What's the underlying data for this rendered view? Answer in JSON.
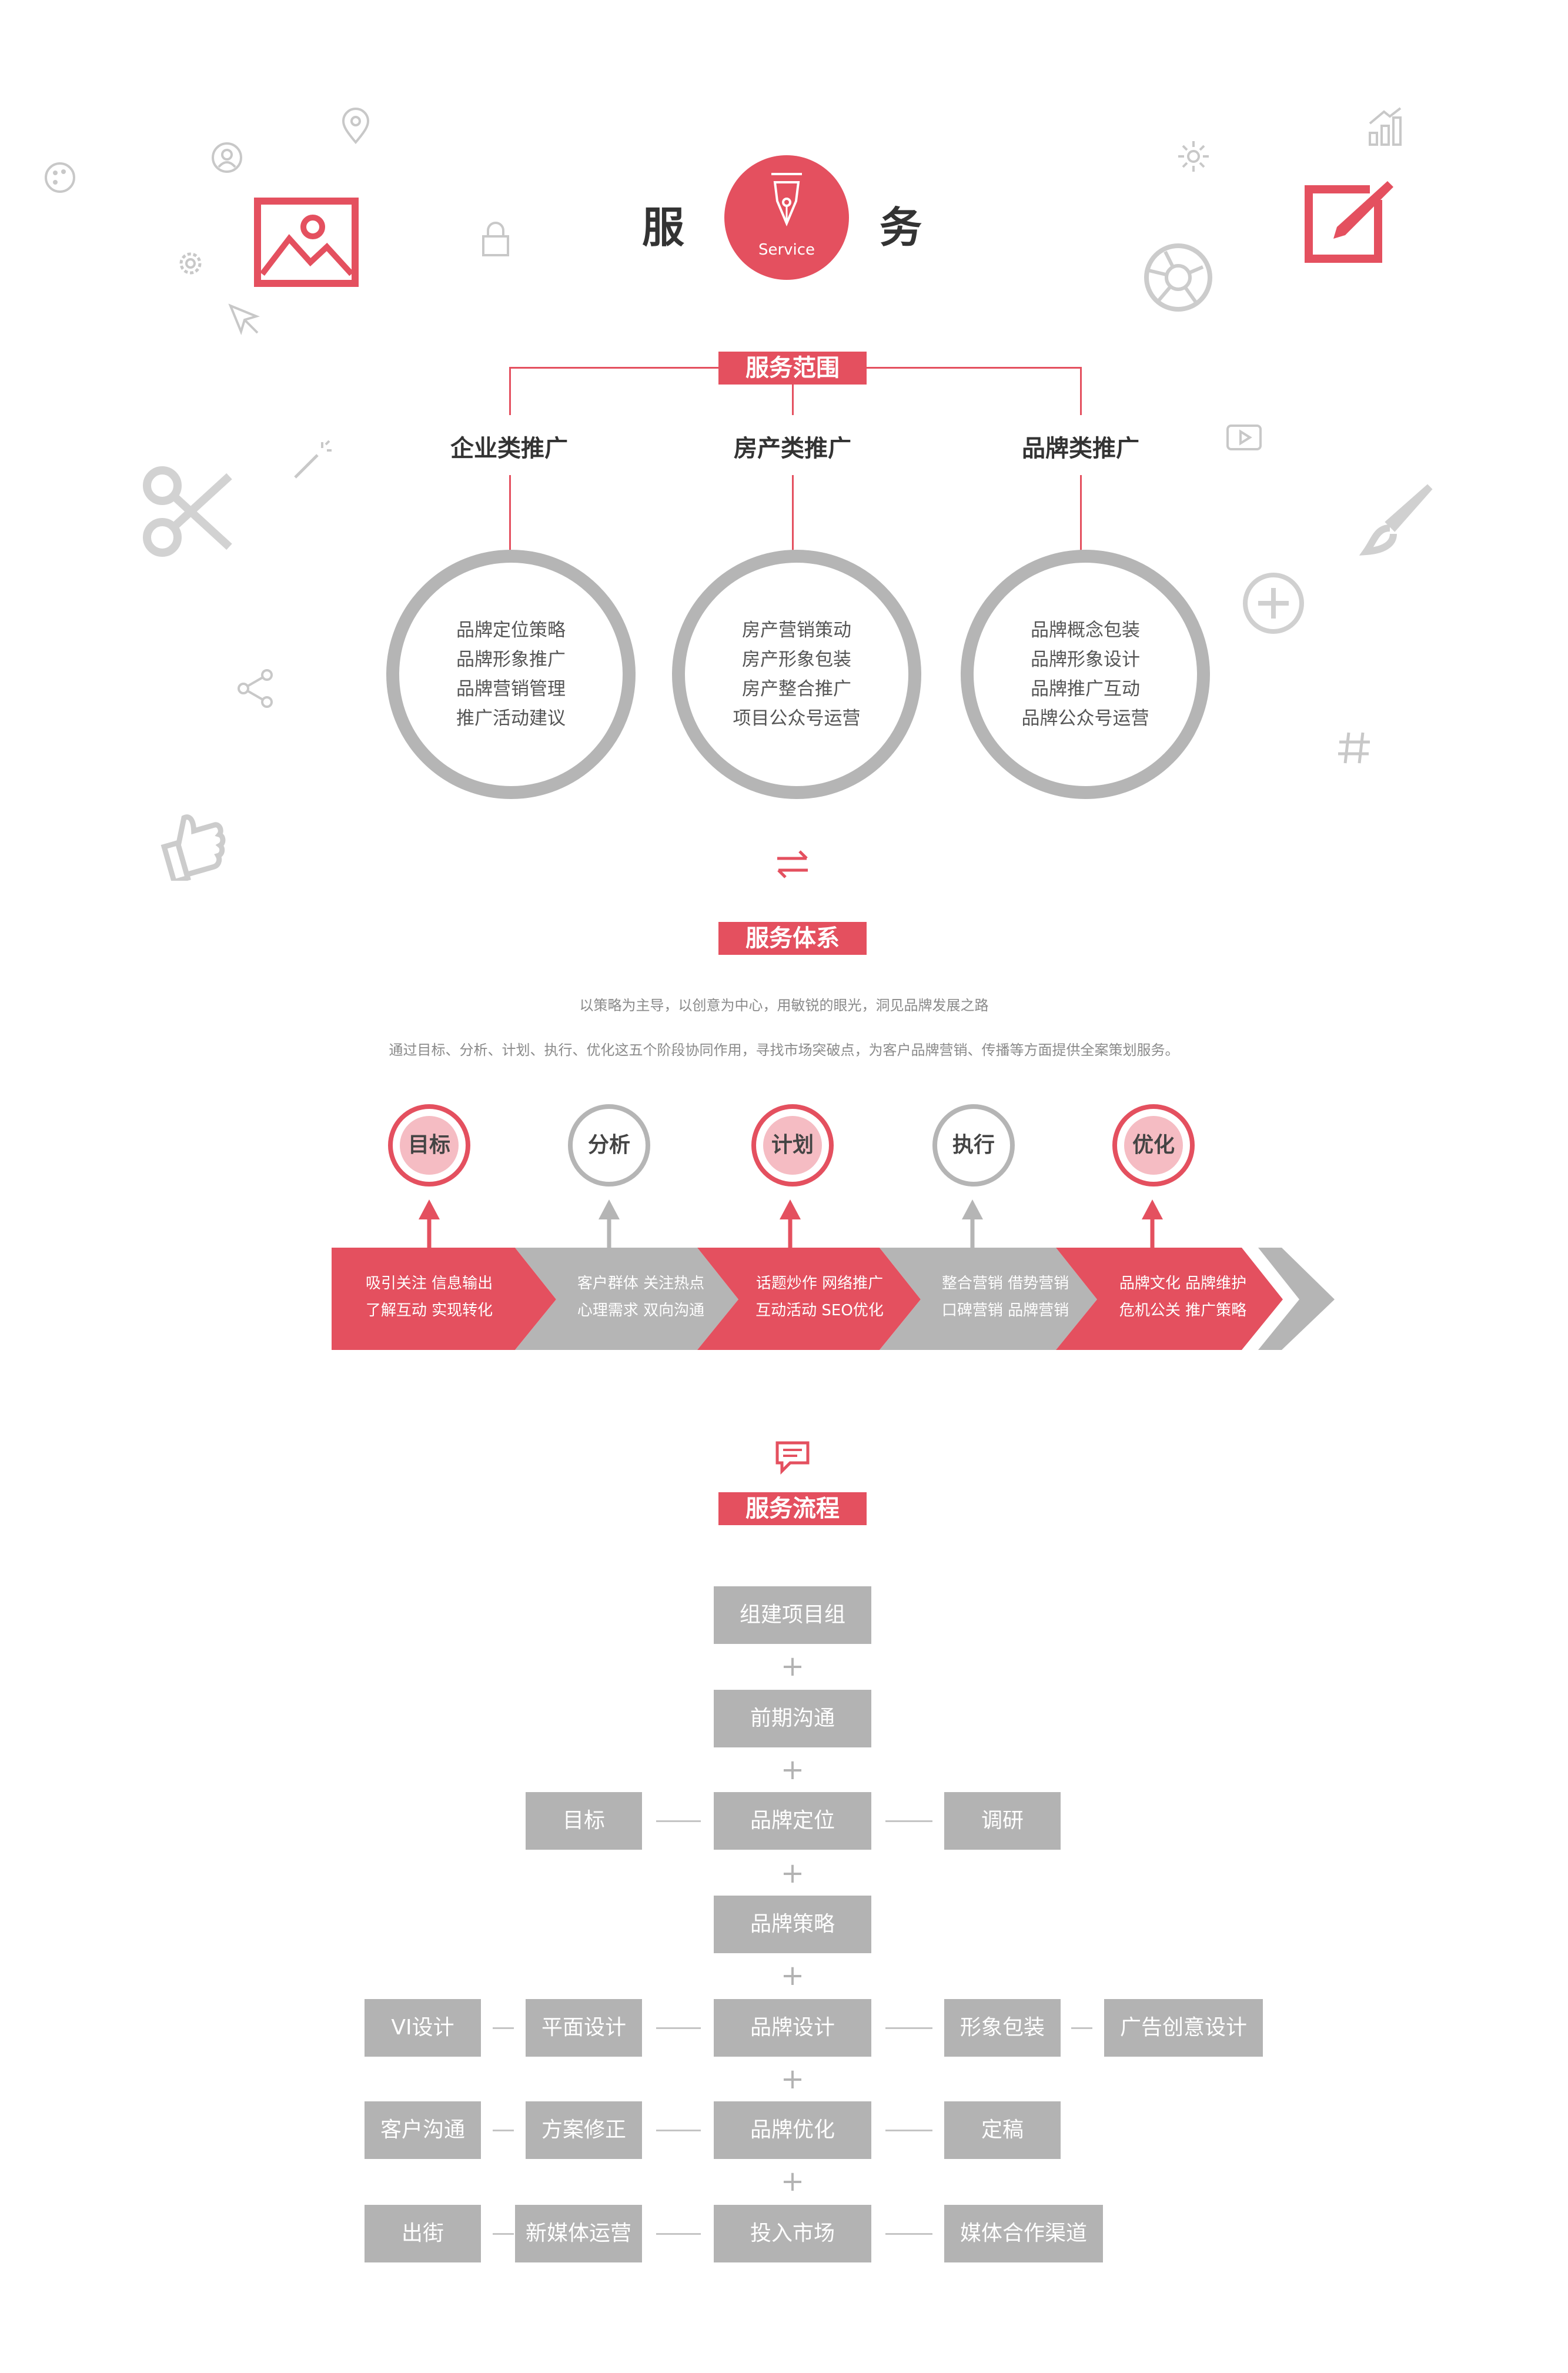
{
  "header": {
    "char_left": "服",
    "char_right": "务",
    "badge_text": "Service"
  },
  "scope": {
    "tag": "服务范围",
    "categories": [
      {
        "title": "企业类推广",
        "items": [
          "品牌定位策略",
          "品牌形象推广",
          "品牌营销管理",
          "推广活动建议"
        ]
      },
      {
        "title": "房产类推广",
        "items": [
          "房产营销策动",
          "房产形象包装",
          "房产整合推广",
          "项目公众号运营"
        ]
      },
      {
        "title": "品牌类推广",
        "items": [
          "品牌概念包装",
          "品牌形象设计",
          "品牌推广互动",
          "品牌公众号运营"
        ]
      }
    ]
  },
  "system": {
    "tag": "服务体系",
    "desc_line1": "以策略为主导，以创意为中心，用敏锐的眼光，洞见品牌发展之路",
    "desc_line2": "通过目标、分析、计划、执行、优化这五个阶段协同作用，寻找市场突破点，为客户品牌营销、传播等方面提供全案策划服务。",
    "stages": [
      {
        "label": "目标",
        "line1": "吸引关注 信息输出",
        "line2": "了解互动 实现转化"
      },
      {
        "label": "分析",
        "line1": "客户群体 关注热点",
        "line2": "心理需求 双向沟通"
      },
      {
        "label": "计划",
        "line1": "话题炒作 网络推广",
        "line2": "互动活动 SEO优化"
      },
      {
        "label": "执行",
        "line1": "整合营销 借势营销",
        "line2": "口碑营销 品牌营销"
      },
      {
        "label": "优化",
        "line1": "品牌文化 品牌维护",
        "line2": "危机公关 推广策略"
      }
    ]
  },
  "process": {
    "tag": "服务流程",
    "main": [
      "组建项目组",
      "前期沟通",
      "品牌定位",
      "品牌策略",
      "品牌设计",
      "品牌优化",
      "投入市场"
    ],
    "plus": "+",
    "side": {
      "r3_left": "目标",
      "r3_right": "调研",
      "r5_left_outer": "VI设计",
      "r5_left_inner": "平面设计",
      "r5_right_inner": "形象包装",
      "r5_right_outer": "广告创意设计",
      "r6_left_outer": "客户沟通",
      "r6_left_inner": "方案修正",
      "r6_right": "定稿",
      "r7_left_outer": "出街",
      "r7_left_inner": "新媒体运营",
      "r7_right": "媒体合作渠道"
    }
  },
  "colors": {
    "accent": "#e4505f",
    "pink": "#f5bcc3",
    "grey": "#b3b3b3"
  },
  "icons": [
    "picture-icon",
    "edit-icon",
    "pen-nib-icon",
    "scissors-icon",
    "brush-icon",
    "thumbs-up-icon",
    "share-icon",
    "plus-circle-icon",
    "hash-icon",
    "camera-shutter-icon",
    "location-icon",
    "user-icon",
    "gear-icon",
    "lock-icon",
    "cursor-icon",
    "magic-wand-icon",
    "sun-icon",
    "chart-icon",
    "video-icon",
    "palette-icon",
    "swap-icon",
    "chat-icon"
  ]
}
